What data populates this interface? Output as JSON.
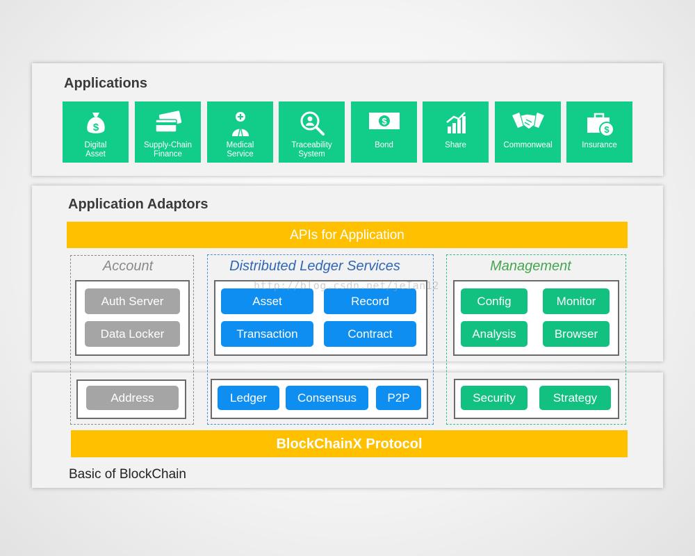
{
  "applications": {
    "title": "Applications",
    "tiles": [
      {
        "label": "Digital\nAsset",
        "icon": "money-bag-icon"
      },
      {
        "label": "Supply-Chain\nFinance",
        "icon": "credit-card-icon"
      },
      {
        "label": "Medical\nService",
        "icon": "doctor-icon"
      },
      {
        "label": "Traceability\nSystem",
        "icon": "magnifier-person-icon"
      },
      {
        "label": "Bond",
        "icon": "banknote-icon"
      },
      {
        "label": "Share",
        "icon": "bar-chart-icon"
      },
      {
        "label": "Commonweal",
        "icon": "handshake-icon"
      },
      {
        "label": "Insurance",
        "icon": "briefcase-dollar-icon"
      }
    ]
  },
  "adaptors": {
    "title": "Application Adaptors",
    "api_bar": "APIs for Application",
    "account": {
      "title": "Account",
      "upper": [
        "Auth Server",
        "Data Locker"
      ],
      "lower": [
        "Address"
      ]
    },
    "ledger": {
      "title": "Distributed Ledger Services",
      "upper": [
        "Asset",
        "Record",
        "Transaction",
        "Contract"
      ],
      "lower": [
        "Ledger",
        "Consensus",
        "P2P"
      ]
    },
    "management": {
      "title": "Management",
      "upper": [
        "Config",
        "Monitor",
        "Analysis",
        "Browser"
      ],
      "lower": [
        "Security",
        "Strategy"
      ]
    }
  },
  "basic": {
    "protocol_bar": "BlockChainX Protocol",
    "title": "Basic of BlockChain"
  },
  "watermark": "http://blog.csdn.net/jeIan12",
  "colors": {
    "app_tile": "#12cc8a",
    "bar": "#ffc000",
    "gray_button": "#a5a5a5",
    "blue_button": "#0d8ef0",
    "green_button": "#12c080",
    "account_border": "#8a8a8a",
    "ledger_border": "#4a90d9",
    "management_border": "#2fbf8f"
  }
}
